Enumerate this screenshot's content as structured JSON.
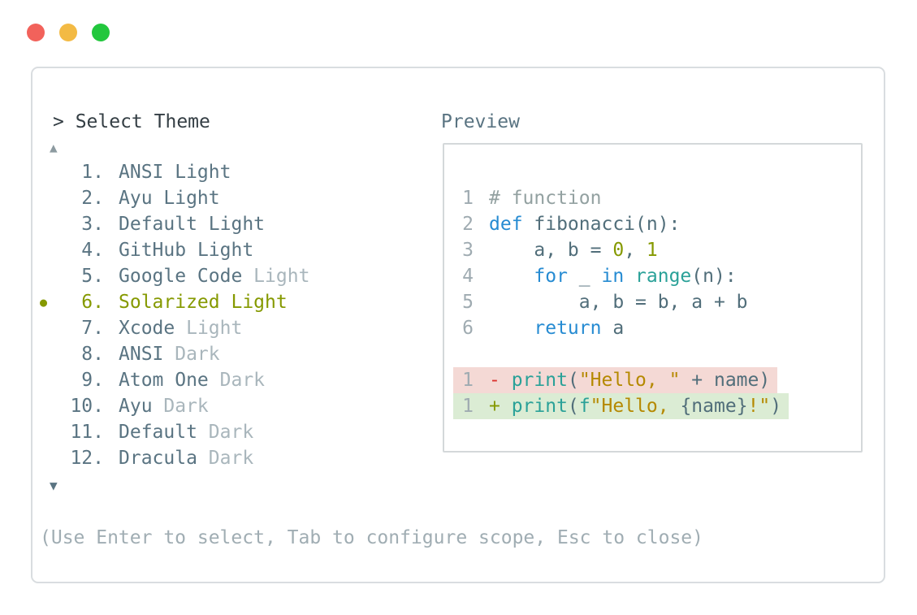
{
  "window": {
    "controls": [
      {
        "name": "close",
        "color": "#f2625b"
      },
      {
        "name": "minimize",
        "color": "#f3ba44"
      },
      {
        "name": "maximize",
        "color": "#22c73d"
      }
    ]
  },
  "picker": {
    "title": "> Select Theme",
    "scroll_up": "▲",
    "scroll_down": "▼",
    "bullet": "●",
    "items": [
      {
        "num": "1.",
        "name": "ANSI",
        "suffix": "Light",
        "dim": false,
        "selected": false
      },
      {
        "num": "2.",
        "name": "Ayu",
        "suffix": "Light",
        "dim": false,
        "selected": false
      },
      {
        "num": "3.",
        "name": "Default",
        "suffix": "Light",
        "dim": false,
        "selected": false
      },
      {
        "num": "4.",
        "name": "GitHub",
        "suffix": "Light",
        "dim": false,
        "selected": false
      },
      {
        "num": "5.",
        "name": "Google Code",
        "suffix": "Light",
        "dim": true,
        "selected": false
      },
      {
        "num": "6.",
        "name": "Solarized",
        "suffix": "Light",
        "dim": false,
        "selected": true
      },
      {
        "num": "7.",
        "name": "Xcode",
        "suffix": "Light",
        "dim": true,
        "selected": false
      },
      {
        "num": "8.",
        "name": "ANSI",
        "suffix": "Dark",
        "dim": true,
        "selected": false
      },
      {
        "num": "9.",
        "name": "Atom One",
        "suffix": "Dark",
        "dim": true,
        "selected": false
      },
      {
        "num": "10.",
        "name": "Ayu",
        "suffix": "Dark",
        "dim": true,
        "selected": false
      },
      {
        "num": "11.",
        "name": "Default",
        "suffix": "Dark",
        "dim": true,
        "selected": false
      },
      {
        "num": "12.",
        "name": "Dracula",
        "suffix": "Dark",
        "dim": true,
        "selected": false
      }
    ],
    "footer": "(Use Enter to select, Tab to configure scope, Esc to close)"
  },
  "preview": {
    "label": "Preview",
    "lines": [
      {
        "num": "1",
        "tokens": [
          {
            "t": "# function",
            "c": "comment"
          }
        ]
      },
      {
        "num": "2",
        "tokens": [
          {
            "t": "def",
            "c": "kw"
          },
          {
            "t": " fibonacci(n):",
            "c": "plain"
          }
        ]
      },
      {
        "num": "3",
        "tokens": [
          {
            "t": "    a, b = ",
            "c": "plain"
          },
          {
            "t": "0",
            "c": "num"
          },
          {
            "t": ", ",
            "c": "plain"
          },
          {
            "t": "1",
            "c": "num"
          }
        ]
      },
      {
        "num": "4",
        "tokens": [
          {
            "t": "    ",
            "c": "plain"
          },
          {
            "t": "for",
            "c": "kw"
          },
          {
            "t": " _ ",
            "c": "plain"
          },
          {
            "t": "in",
            "c": "kw"
          },
          {
            "t": " ",
            "c": "plain"
          },
          {
            "t": "range",
            "c": "fn"
          },
          {
            "t": "(n):",
            "c": "plain"
          }
        ]
      },
      {
        "num": "5",
        "tokens": [
          {
            "t": "        a, b = b, a + b",
            "c": "plain"
          }
        ]
      },
      {
        "num": "6",
        "tokens": [
          {
            "t": "    ",
            "c": "plain"
          },
          {
            "t": "return",
            "c": "kw"
          },
          {
            "t": " a",
            "c": "plain"
          }
        ]
      },
      {
        "num": "",
        "tokens": []
      },
      {
        "num": "1",
        "diff": "removed",
        "tokens": [
          {
            "t": "- ",
            "c": "minus"
          },
          {
            "t": "print",
            "c": "fn"
          },
          {
            "t": "(",
            "c": "plain"
          },
          {
            "t": "\"Hello, \"",
            "c": "str"
          },
          {
            "t": " + name)",
            "c": "plain"
          }
        ]
      },
      {
        "num": "1",
        "diff": "added",
        "tokens": [
          {
            "t": "+ ",
            "c": "plus"
          },
          {
            "t": "print",
            "c": "fn"
          },
          {
            "t": "(",
            "c": "plain"
          },
          {
            "t": "f",
            "c": "fn"
          },
          {
            "t": "\"Hello, ",
            "c": "str"
          },
          {
            "t": "{name}",
            "c": "plain"
          },
          {
            "t": "!\"",
            "c": "str"
          },
          {
            "t": ")",
            "c": "plain"
          }
        ]
      }
    ]
  },
  "colors": {
    "accent_selected": "#859900",
    "list_text": "#5a7482",
    "list_dim": "#a9b6bc",
    "title_text": "#343e44",
    "footer_text": "#a0adb3",
    "panel_border": "#d9dde0",
    "preview_border": "#d4d8da",
    "code_plain": "#516e7a",
    "code_comment": "#93a1a1",
    "code_keyword": "#268bd2",
    "code_builtin": "#2aa198",
    "code_string": "#b58900",
    "code_number": "#859900",
    "diff_minus": "#dc322f",
    "diff_removed_bg": "#f4d9d5",
    "diff_added_bg": "#dbecd4",
    "traffic_red": "#f2625b",
    "traffic_yellow": "#f3ba44",
    "traffic_green": "#22c73d"
  }
}
